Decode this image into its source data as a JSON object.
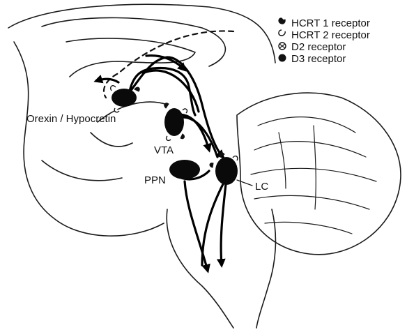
{
  "legend": {
    "items": [
      {
        "icon": "hcrt1-receptor-icon",
        "label": "HCRT 1 receptor"
      },
      {
        "icon": "hcrt2-receptor-icon",
        "label": "HCRT 2 receptor"
      },
      {
        "icon": "d2-receptor-icon",
        "label": "D2 receptor"
      },
      {
        "icon": "d3-receptor-icon",
        "label": "D3 receptor"
      }
    ]
  },
  "nuclei": {
    "orexin": "Orexin / Hypocretin",
    "vta": "VTA",
    "ppn": "PPN",
    "lc": "LC"
  }
}
